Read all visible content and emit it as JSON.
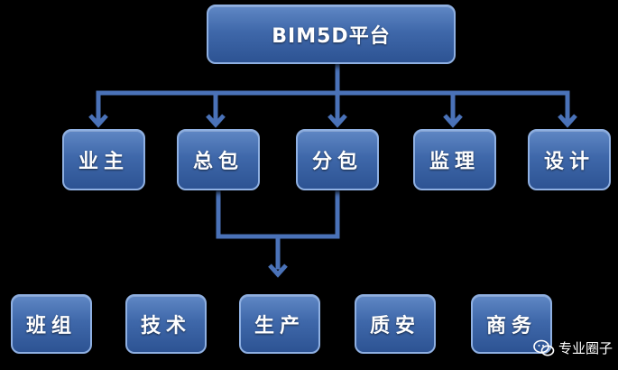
{
  "diagram": {
    "root": {
      "label": "BIM5D平台"
    },
    "level1": [
      {
        "label": "业主"
      },
      {
        "label": "总包"
      },
      {
        "label": "分包"
      },
      {
        "label": "监理"
      },
      {
        "label": "设计"
      }
    ],
    "level2": [
      {
        "label": "班组"
      },
      {
        "label": "技术"
      },
      {
        "label": "生产"
      },
      {
        "label": "质安"
      },
      {
        "label": "商务"
      }
    ],
    "colors": {
      "node_fill": "#3f68aa",
      "node_border": "#8fb0e2",
      "connector": "#4a72b8",
      "background": "#000000"
    }
  },
  "watermark": {
    "text": "专业圈子",
    "icon": "wechat-icon"
  }
}
